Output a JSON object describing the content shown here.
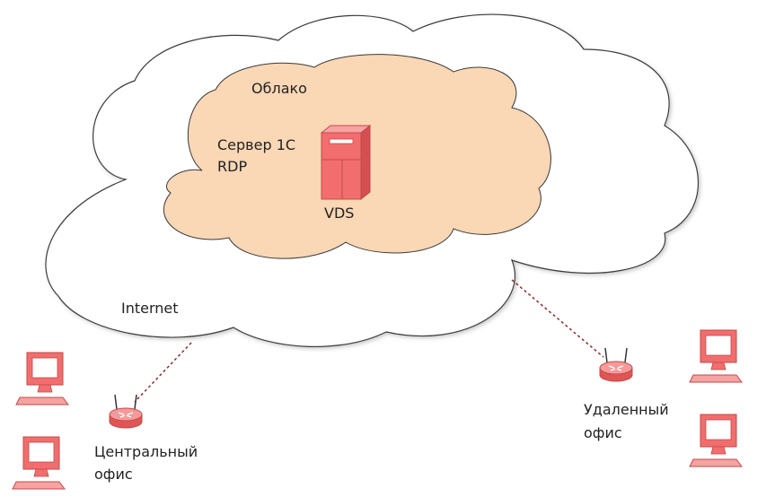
{
  "labels": {
    "cloud": "Облако",
    "server_line1": "Сервер 1С",
    "server_line2": "RDP",
    "vds": "VDS",
    "internet": "Internet",
    "central_line1": "Центральный",
    "central_line2": "офис",
    "remote_line1": "Удаленный",
    "remote_line2": "офис"
  },
  "colors": {
    "device": "#f26d6d",
    "device_stroke": "#c24a4a",
    "inner_cloud": "#fad7b5",
    "link": "#8b2b2b"
  },
  "icons": [
    "server-icon",
    "router-icon",
    "computer-icon"
  ]
}
